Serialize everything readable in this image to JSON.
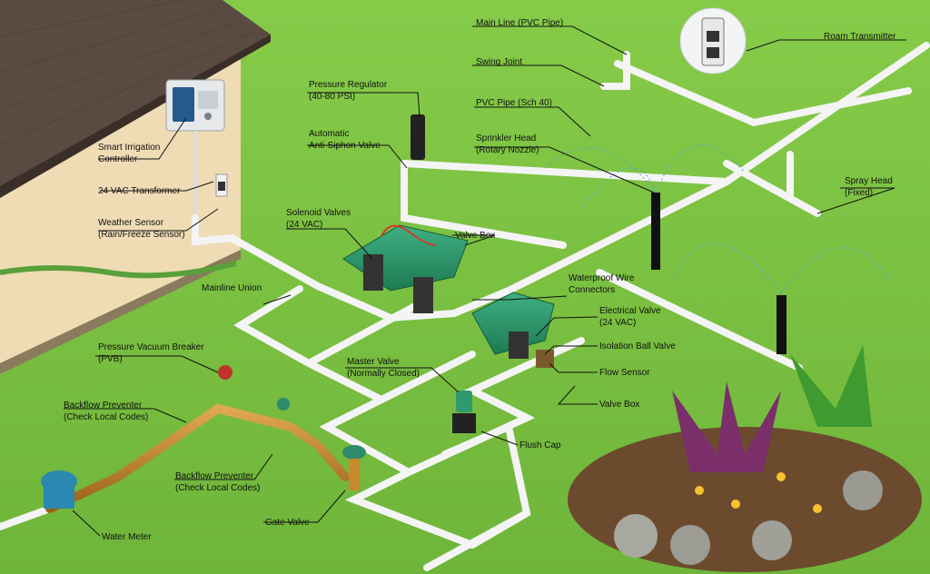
{
  "labels": {
    "main_line": "Main Line (PVC Pipe)",
    "swing_joint": "Swing Joint",
    "roam_transmitter": "Roam Transmitter",
    "pressure_regulator": [
      "Pressure Regulator",
      "(40-80 PSI)"
    ],
    "pvc_pipe": "PVC Pipe (Sch 40)",
    "sprinkler_head": [
      "Sprinkler Head",
      "(Rotary Nozzle)"
    ],
    "anti_siphon_valve": [
      "Automatic",
      "Anti-Siphon Valve"
    ],
    "smart_controller": [
      "Smart Irrigation",
      "Controller"
    ],
    "spray_head": [
      "Spray Head",
      "(Fixed)"
    ],
    "transformer": "24 VAC Transformer",
    "solenoid_valves": [
      "Solenoid Valves",
      "(24 VAC)"
    ],
    "weather_sensor": [
      "Weather Sensor",
      "(Rain/Freeze Sensor)"
    ],
    "valve_box_upper": "Valve Box",
    "wire_connectors": [
      "Waterproof Wire",
      "Connectors"
    ],
    "mainline_union": "Mainline Union",
    "electrical_valve": [
      "Electrical Valve",
      "(24 VAC)"
    ],
    "pvb": [
      "Pressure Vacuum Breaker",
      "(PVB)"
    ],
    "isolation_ball_valve": "Isolation Ball Valve",
    "master_valve": [
      "Master Valve",
      "(Normally Closed)"
    ],
    "flow_sensor": "Flow Sensor",
    "backflow_upper": [
      "Backflow Preventer",
      "(Check Local Codes)"
    ],
    "valve_box_lower": "Valve Box",
    "flush_cap": "Flush Cap",
    "backflow_lower": [
      "Backflow Preventer",
      "(Check Local Codes)"
    ],
    "gate_valve": "Gate Valve",
    "water_meter": "Water Meter"
  },
  "colors": {
    "grass": "#7cc242",
    "pipe": "#f4f4f4",
    "brass": "#c98a2e",
    "valve_box": "#2f9a6e",
    "water_spray": "#4aa8e0",
    "roof": "#5a4a42",
    "wall": "#efdcb5"
  }
}
